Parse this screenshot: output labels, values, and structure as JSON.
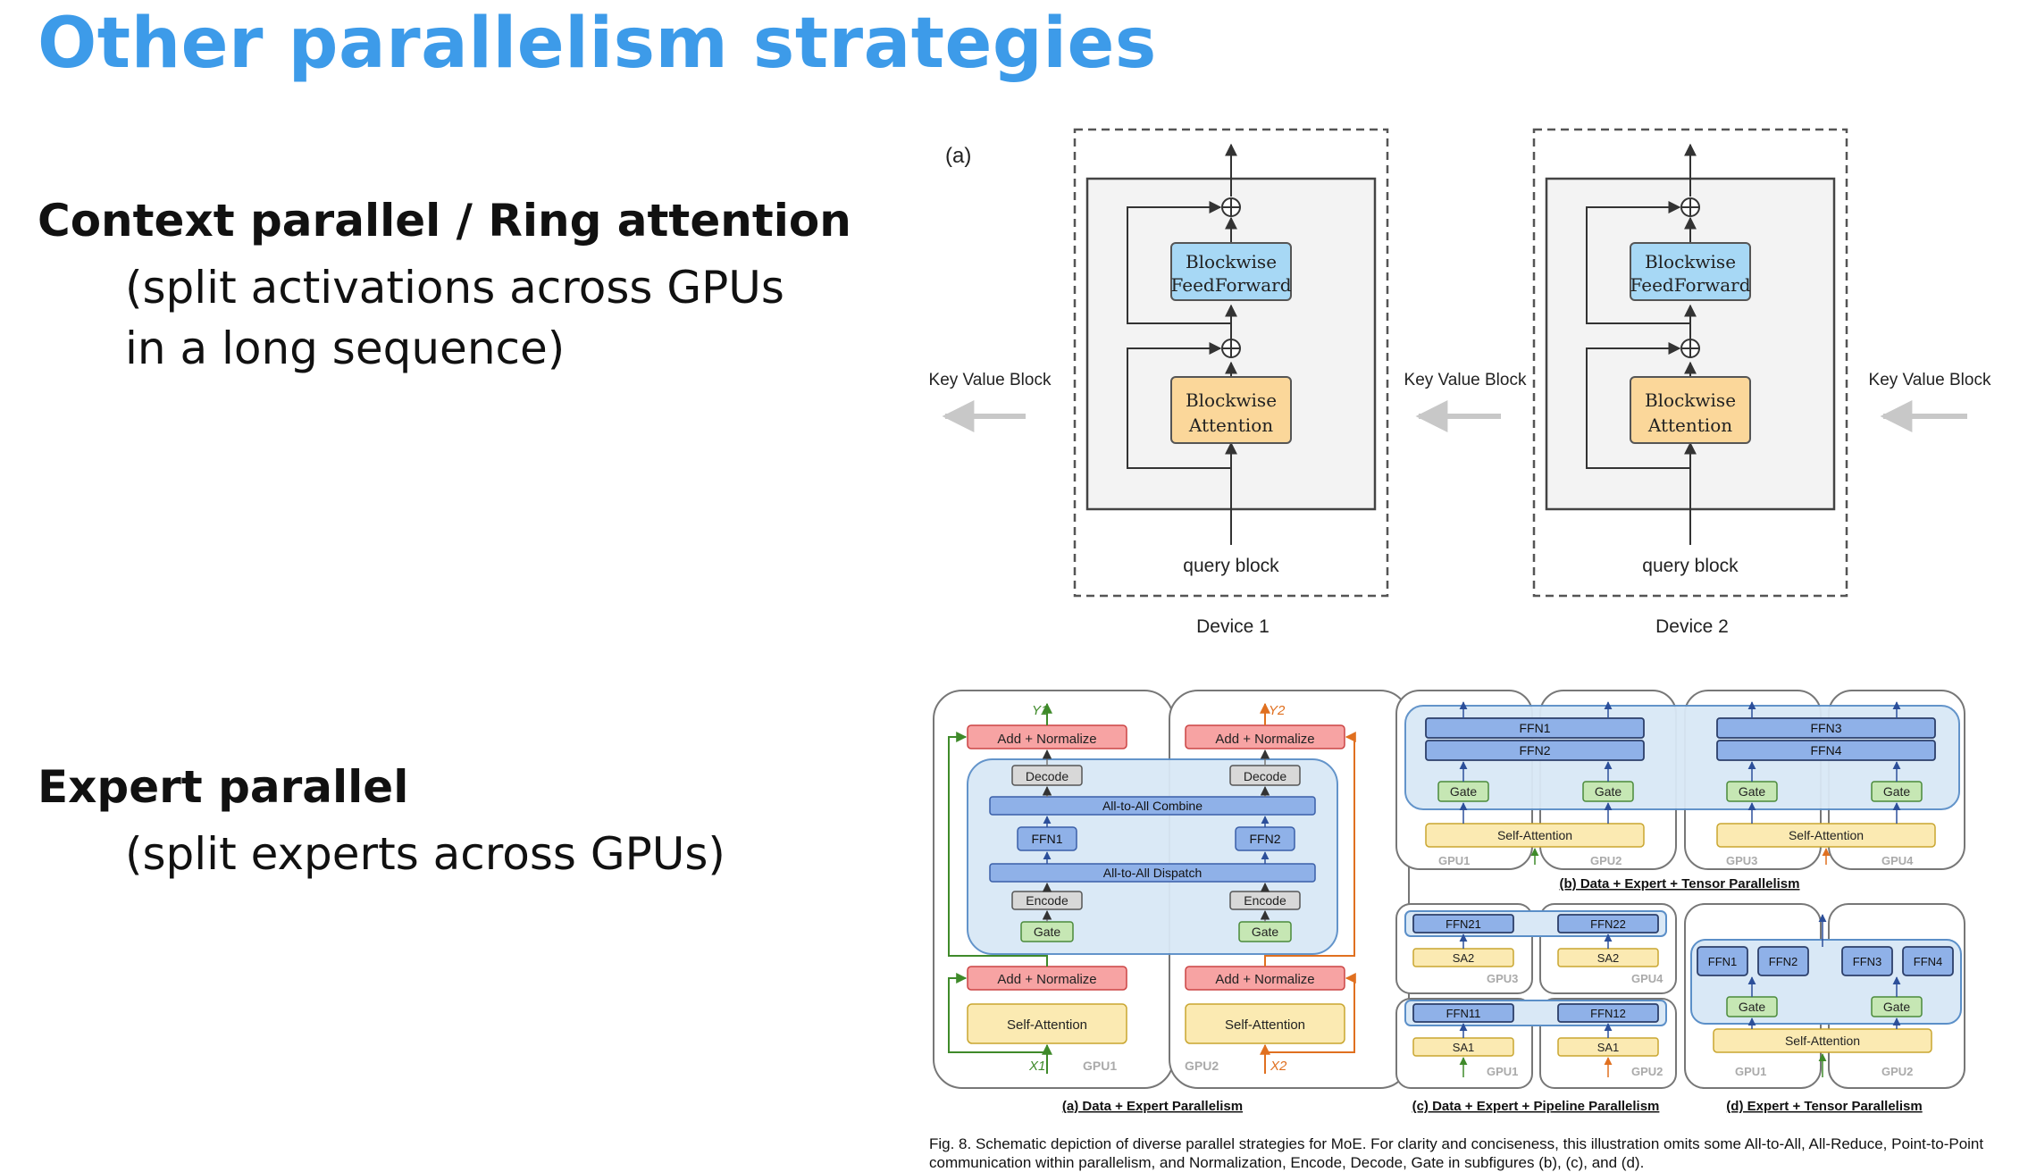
{
  "slide": {
    "title": "Other parallelism strategies",
    "sections": [
      {
        "heading": "Context parallel / Ring attention",
        "sub": [
          "(split activations across GPUs",
          "in a long sequence)"
        ]
      },
      {
        "heading": "Expert parallel",
        "sub": [
          "(split experts across GPUs)"
        ]
      }
    ]
  },
  "ring_figure": {
    "panel_label": "(a)",
    "kv_label": "Key Value Block",
    "devices": [
      {
        "label": "Device 1",
        "ffn": [
          "Blockwise",
          "FeedForward"
        ],
        "attn": [
          "Blockwise",
          "Attention"
        ],
        "query": "query block"
      },
      {
        "label": "Device 2",
        "ffn": [
          "Blockwise",
          "FeedForward"
        ],
        "attn": [
          "Blockwise",
          "Attention"
        ],
        "query": "query block"
      }
    ]
  },
  "moe_figure": {
    "a": {
      "caption": "(a) Data + Expert Parallelism",
      "add_norm": "Add + Normalize",
      "decode": "Decode",
      "combine": "All-to-All Combine",
      "dispatch": "All-to-All Dispatch",
      "encode": "Encode",
      "gate": "Gate",
      "self_attn": "Self-Attention",
      "ffn": [
        "FFN1",
        "FFN2"
      ],
      "gpu": [
        "GPU1",
        "GPU2"
      ],
      "inputs": [
        "X1",
        "X2"
      ],
      "outputs": [
        "Y1",
        "Y2"
      ]
    },
    "b": {
      "caption": "(b) Data + Expert + Tensor Parallelism",
      "ffn_left": [
        "FFN1",
        "FFN2"
      ],
      "ffn_right": [
        "FFN3",
        "FFN4"
      ],
      "gate": "Gate",
      "self_attn": "Self-Attention",
      "gpu": [
        "GPU1",
        "GPU2",
        "GPU3",
        "GPU4"
      ]
    },
    "c": {
      "caption": "(c) Data + Expert + Pipeline Parallelism",
      "top_ffn": [
        "FFN21",
        "FFN22"
      ],
      "top_sa": [
        "SA2",
        "SA2"
      ],
      "bottom_ffn": [
        "FFN11",
        "FFN12"
      ],
      "bottom_sa": [
        "SA1",
        "SA1"
      ],
      "gpu_top": [
        "GPU3",
        "GPU4"
      ],
      "gpu_bottom": [
        "GPU1",
        "GPU2"
      ]
    },
    "d": {
      "caption": "(d) Expert + Tensor Parallelism",
      "ffn": [
        "FFN1",
        "FFN2",
        "FFN3",
        "FFN4"
      ],
      "gate": "Gate",
      "self_attn": "Self-Attention",
      "gpu": [
        "GPU1",
        "GPU2"
      ]
    },
    "fig_caption": "Fig. 8. Schematic depiction of diverse parallel strategies for MoE. For clarity and conciseness, this illustration omits some All-to-All, All-Reduce, Point-to-Point communication within parallelism, and Normalization, Encode, Decode, Gate in subfigures (b), (c), and (d)."
  },
  "colors": {
    "title": "#3d9be9",
    "ffn_box": "#a7d8f5",
    "attn_box": "#fbd79a",
    "red": "#f7a3a3",
    "green": "#c6e7b4",
    "blue": "#8fb1e8",
    "yellow": "#fbeab2"
  }
}
